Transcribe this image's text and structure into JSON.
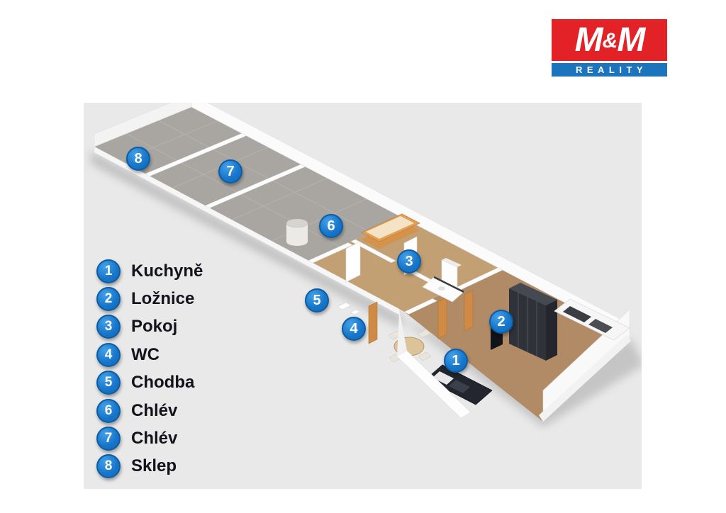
{
  "logo": {
    "m1": "M",
    "amp": "&",
    "m2": "M",
    "reality": "REALITY",
    "brand_red": "#e32228",
    "brand_blue": "#1b74bc"
  },
  "legend": {
    "items": [
      {
        "number": "1",
        "label": "Kuchyně"
      },
      {
        "number": "2",
        "label": "Ložnice"
      },
      {
        "number": "3",
        "label": "Pokoj"
      },
      {
        "number": "4",
        "label": "WC"
      },
      {
        "number": "5",
        "label": "Chodba"
      },
      {
        "number": "6",
        "label": "Chlév"
      },
      {
        "number": "7",
        "label": "Chlév"
      },
      {
        "number": "8",
        "label": "Sklep"
      }
    ]
  },
  "markers": [
    {
      "number": "1",
      "room": "Kuchyně"
    },
    {
      "number": "2",
      "room": "Ložnice"
    },
    {
      "number": "3",
      "room": "Pokoj"
    },
    {
      "number": "4",
      "room": "WC"
    },
    {
      "number": "5",
      "room": "Chodba"
    },
    {
      "number": "6",
      "room": "Chlév"
    },
    {
      "number": "7",
      "room": "Chlév"
    },
    {
      "number": "8",
      "room": "Sklep"
    }
  ],
  "colors": {
    "marker_blue": "#1877cb",
    "panel_background": "#e9e9e9",
    "legend_text": "#13131b",
    "barn_floor_gray": "#a9a6a1",
    "hall_floor_wood": "#c3a074",
    "living_floor_wood": "#b18a66"
  }
}
